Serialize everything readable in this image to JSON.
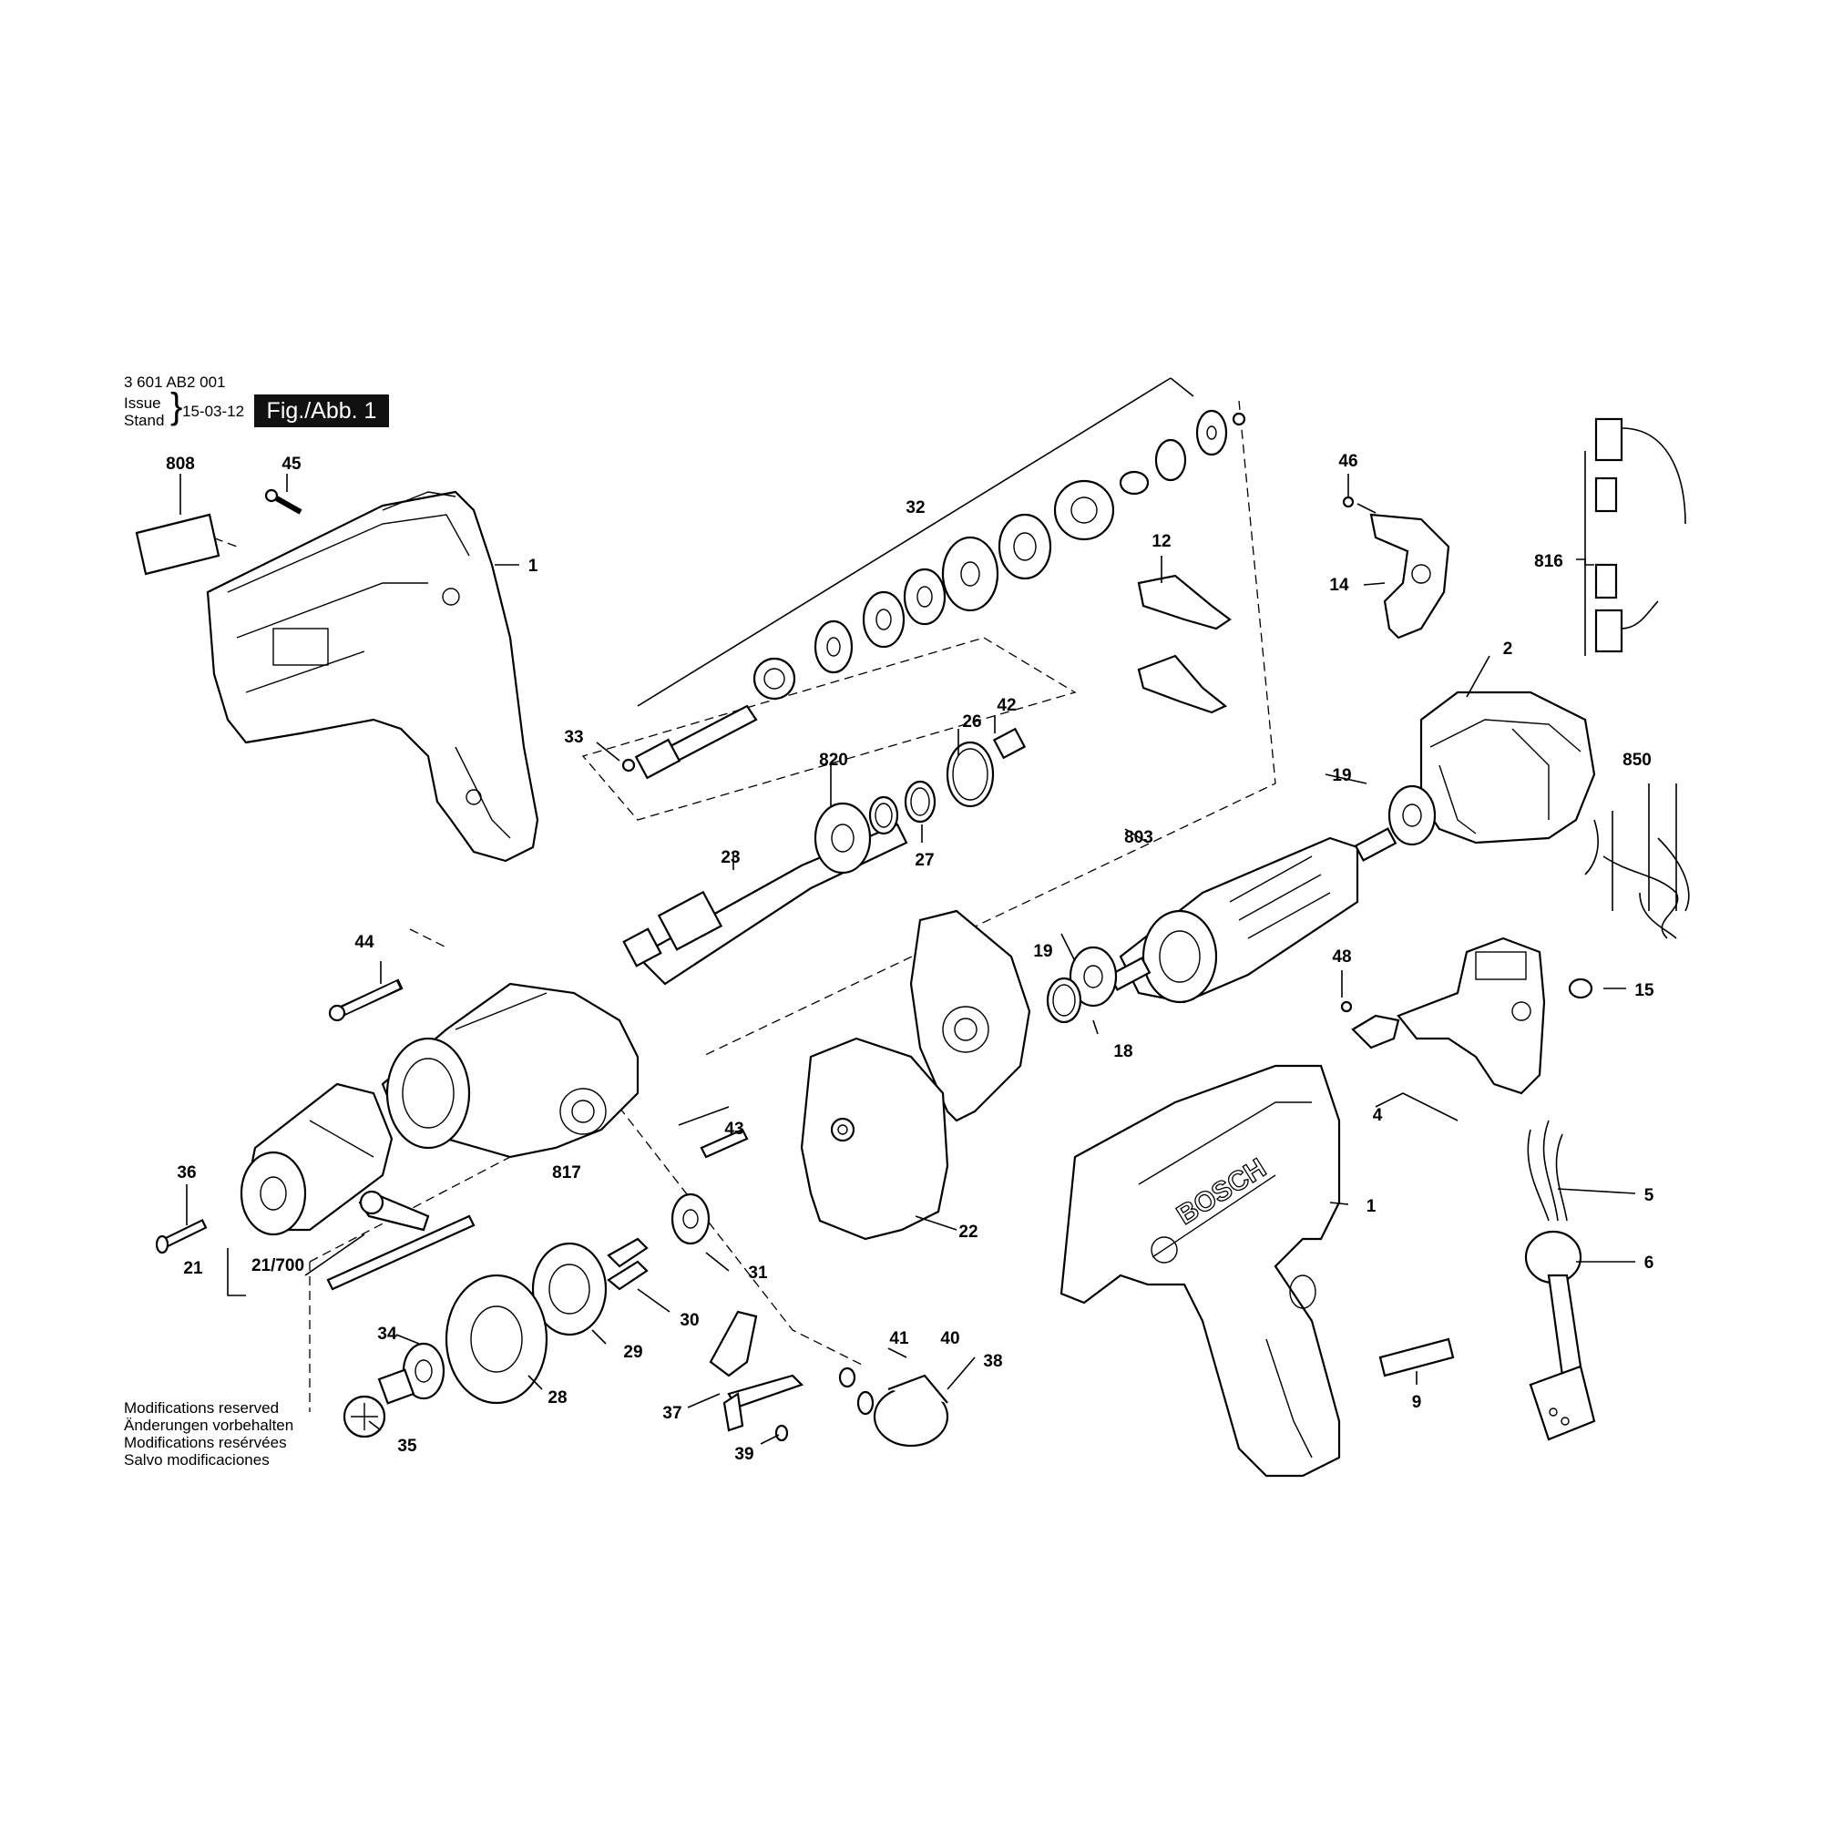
{
  "header": {
    "doc_number": "3 601 AB2 001",
    "issue_label_1": "Issue",
    "issue_label_2": "Stand",
    "issue_date": "15-03-12",
    "figure_label": "Fig./Abb. 1"
  },
  "footer": {
    "modifications": [
      "Modifications reserved",
      "Änderungen vorbehalten",
      "Modifications resérvées",
      "Salvo modificaciones"
    ]
  },
  "brand_text": "BOSCH",
  "part_labels": {
    "p808": "808",
    "p45": "45",
    "p1a": "1",
    "p32": "32",
    "p12": "12",
    "p46": "46",
    "p14": "14",
    "p816": "816",
    "p2": "2",
    "p33": "33",
    "p820": "820",
    "p26": "26",
    "p42": "42",
    "p19a": "19",
    "p850": "850",
    "p803": "803",
    "p23": "23",
    "p27": "27",
    "p44": "44",
    "p19b": "19",
    "p48": "48",
    "p15": "15",
    "p18": "18",
    "p4": "4",
    "p43": "43",
    "p36": "36",
    "p817": "817",
    "p22": "22",
    "p1b": "1",
    "p5": "5",
    "p21": "21",
    "p21_700": "21/700",
    "p31": "31",
    "p6": "6",
    "p30": "30",
    "p34": "34",
    "p29": "29",
    "p41": "41",
    "p40": "40",
    "p38": "38",
    "p9": "9",
    "p28": "28",
    "p37": "37",
    "p35": "35",
    "p39": "39"
  }
}
